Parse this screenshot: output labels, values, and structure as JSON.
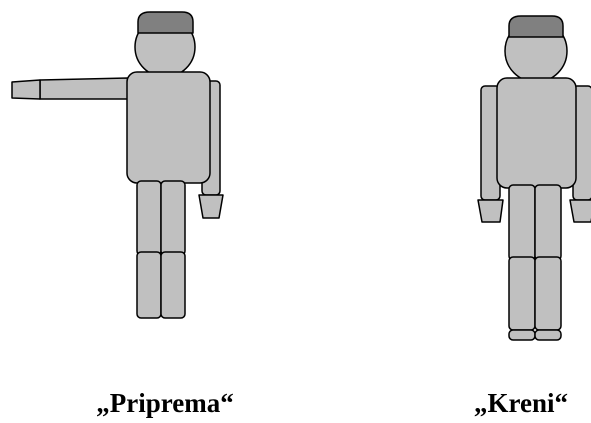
{
  "colors": {
    "background": "#ffffff",
    "figure_fill": "#c0c0c0",
    "cap_fill": "#808080",
    "outline": "#000000"
  },
  "figures": [
    {
      "pose": "left arm extended horizontally",
      "caption": "„Priprema“"
    },
    {
      "pose": "both arms down at sides",
      "caption": "„Kreni“"
    }
  ]
}
